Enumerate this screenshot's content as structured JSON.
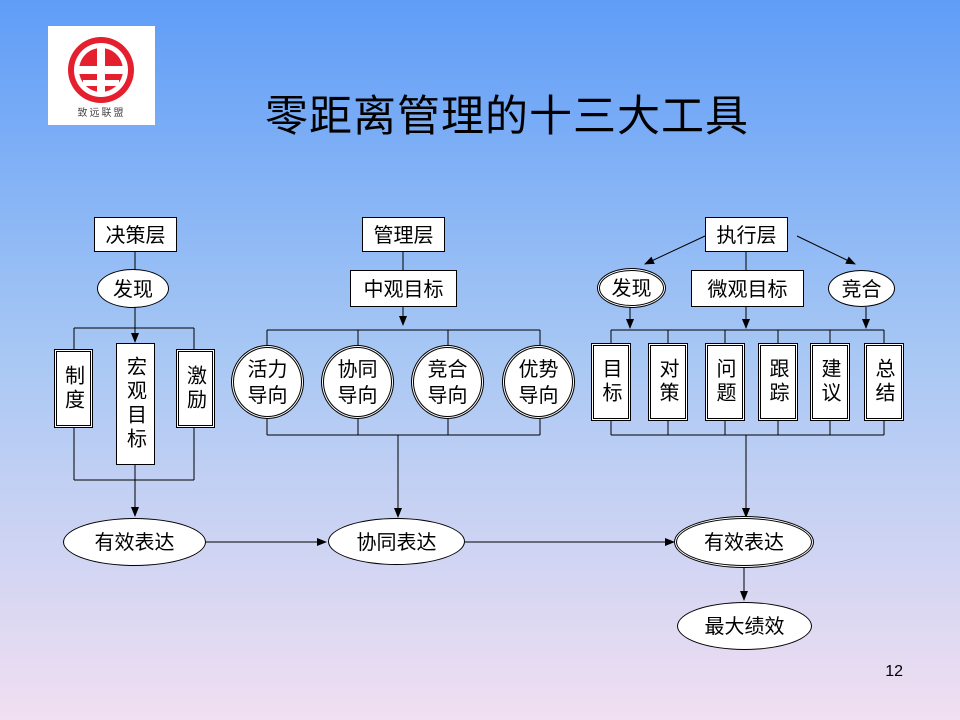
{
  "logo": {
    "text": "致远联盟"
  },
  "title": "零距离管理的十三大工具",
  "page_number": "12",
  "left": {
    "header": "决策层",
    "discover": "发现",
    "items": [
      "制度",
      "宏观目标",
      "激励"
    ],
    "expression": "有效表达"
  },
  "middle": {
    "header": "管理层",
    "sub": "中观目标",
    "items": [
      "活力\n导向",
      "协同\n导向",
      "竞合\n导向",
      "优势\n导向"
    ],
    "expression": "协同表达"
  },
  "right": {
    "header": "执行层",
    "discover": "发现",
    "micro": "微观目标",
    "compete": "竞合",
    "items": [
      "目标",
      "对策",
      "问题",
      "跟踪",
      "建议",
      "总结"
    ],
    "expression": "有效表达",
    "result": "最大绩效"
  }
}
